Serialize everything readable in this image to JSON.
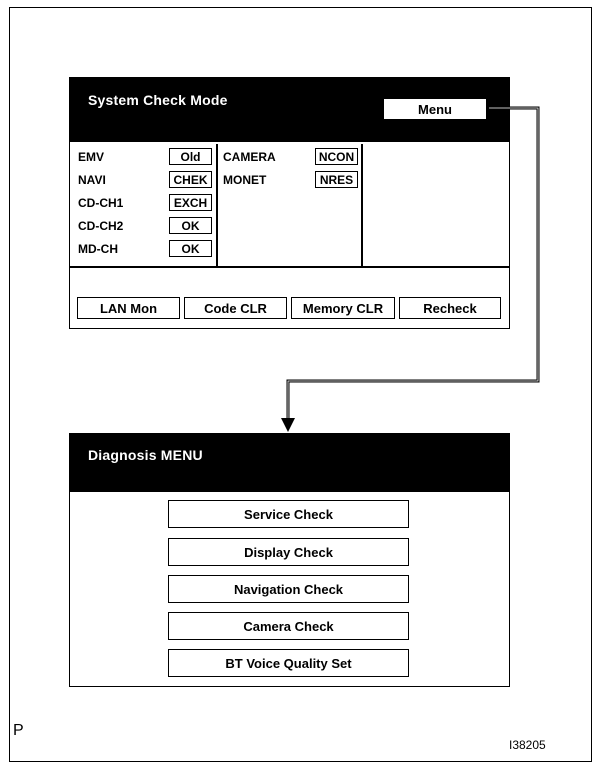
{
  "system_check": {
    "title": "System Check Mode",
    "menu_label": "Menu",
    "left_items": [
      {
        "label": "EMV",
        "code": "Old"
      },
      {
        "label": "NAVI",
        "code": "CHEK"
      },
      {
        "label": "CD-CH1",
        "code": "EXCH"
      },
      {
        "label": "CD-CH2",
        "code": "OK"
      },
      {
        "label": "MD-CH",
        "code": "OK"
      }
    ],
    "right_items": [
      {
        "label": "CAMERA",
        "code": "NCON"
      },
      {
        "label": "MONET",
        "code": "NRES"
      }
    ],
    "bottom_buttons": [
      "LAN Mon",
      "Code CLR",
      "Memory CLR",
      "Recheck"
    ]
  },
  "diagnosis_menu": {
    "title": "Diagnosis MENU",
    "items": [
      "Service Check",
      "Display Check",
      "Navigation Check",
      "Camera Check",
      "BT Voice Quality Set"
    ]
  },
  "footer": {
    "left": "P",
    "right": "I38205"
  }
}
